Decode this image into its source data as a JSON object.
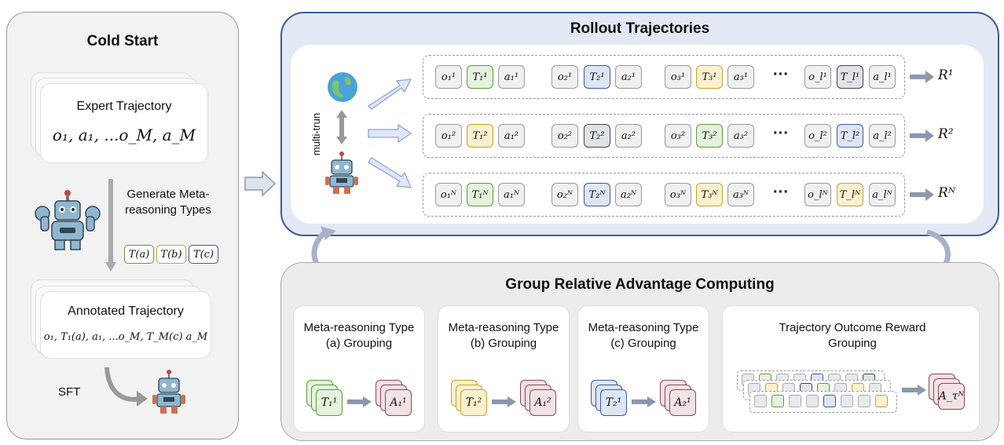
{
  "cold_start": {
    "title": "Cold Start",
    "expert_label": "Expert Trajectory",
    "expert_formula": "o₁, a₁, ...o_M, a_M",
    "generate_label": "Generate Meta-reasoning Types",
    "type_a": "T(a)",
    "type_b": "T(b)",
    "type_c": "T(c)",
    "annotated_label": "Annotated Trajectory",
    "annotated_formula": "o₁, T₁(a), a₁, ...o_M, T_M(c) a_M",
    "sft_label": "SFT"
  },
  "rollout": {
    "title": "Rollout Trajectories",
    "side_label": "multi-trun",
    "ellipsis": "···",
    "rows": [
      {
        "reward": "R¹",
        "tokens": [
          "o₁¹",
          "T₁¹",
          "a₁¹",
          "o₂¹",
          "T₂¹",
          "a₂¹",
          "o₃¹",
          "T₃¹",
          "a₃¹",
          "o_l¹",
          "T_l¹",
          "a_l¹"
        ]
      },
      {
        "reward": "R²",
        "tokens": [
          "o₁²",
          "T₁²",
          "a₁²",
          "o₂²",
          "T₂²",
          "a₂²",
          "o₃²",
          "T₃²",
          "a₃²",
          "o_l²",
          "T_l²",
          "a_l²"
        ]
      },
      {
        "reward": "Rᴺ",
        "tokens": [
          "o₁ᴺ",
          "T₁ᴺ",
          "a₁ᴺ",
          "o₂ᴺ",
          "T₂ᴺ",
          "a₂ᴺ",
          "o₃ᴺ",
          "T₃ᴺ",
          "a₃ᴺ",
          "o_lᴺ",
          "T_lᴺ",
          "a_lᴺ"
        ]
      }
    ]
  },
  "group": {
    "title": "Group Relative Advantage Computing",
    "cards": [
      {
        "label": "Meta-reasoning Type (a) Grouping",
        "in": "T₁¹",
        "out": "A₁¹"
      },
      {
        "label": "Meta-reasoning Type (b) Grouping",
        "in": "T₁²",
        "out": "A₁²"
      },
      {
        "label": "Meta-reasoning Type (c) Grouping",
        "in": "T₂¹",
        "out": "A₂¹"
      }
    ],
    "outcome_label": "Trajectory Outcome Reward Grouping",
    "outcome_out": "A_τᴺ"
  },
  "colors": {
    "green": "#5a9b3c",
    "yellow": "#c9a22a",
    "blue": "#3a5aa0",
    "gray": "#999999"
  }
}
